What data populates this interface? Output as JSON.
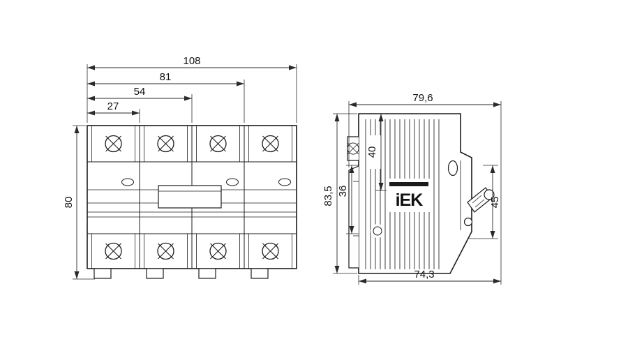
{
  "drawing": {
    "brand_logo": "iEK",
    "front_view": {
      "dim_total_width": "108",
      "dim_three_modules": "81",
      "dim_two_modules": "54",
      "dim_one_module": "27",
      "dim_height": "80"
    },
    "side_view": {
      "dim_depth_with_lever": "79,6",
      "dim_height": "83,5",
      "dim_din_zone": "36",
      "dim_top_to_lever": "40",
      "dim_front_zone": "45",
      "dim_body_depth": "74,3"
    }
  }
}
